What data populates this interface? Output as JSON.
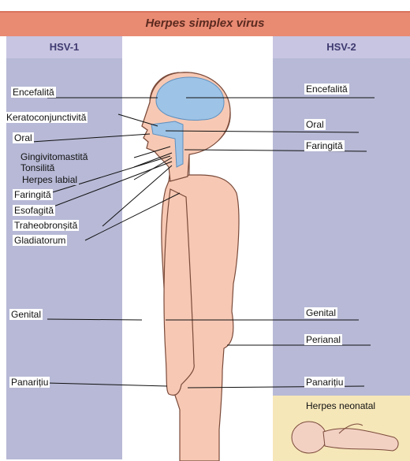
{
  "title": "Herpes simplex virus",
  "columns": {
    "left": "HSV-1",
    "right": "HSV-2"
  },
  "hsv1_labels": [
    "Encefalită",
    "Keratoconjunctivită",
    "Oral",
    "Gingivitomastită",
    "Tonsilită",
    "Herpes labial",
    "Faringită",
    "Esofagită",
    "Traheobronșită",
    "Gladiatorum",
    "Genital",
    "Panarițiu"
  ],
  "hsv2_labels": [
    "Encefalită",
    "Oral",
    "Faringită",
    "Genital",
    "Perianal",
    "Panarițiu",
    "Herpes neonatal"
  ],
  "colors": {
    "banner": "#e98a73",
    "column": "#b7b9d6",
    "skin": "#f7c9b4",
    "brain": "#9dc3e6",
    "neonatal_box": "#f6e7b9"
  }
}
